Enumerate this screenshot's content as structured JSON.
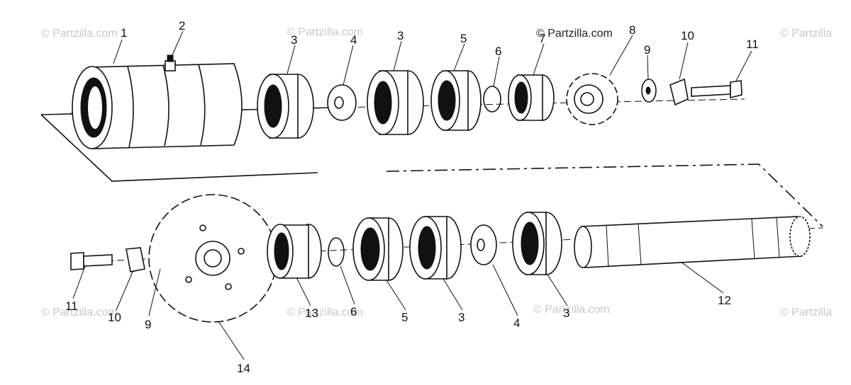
{
  "watermarks": [
    "© Partzilla.com",
    "© Partzilla.com",
    "© Partzilla.com",
    "© Partzilla",
    "© Partzilla.com",
    "© Partzilla.com",
    "© Partzilla.com",
    "© Partzilla"
  ],
  "callouts": {
    "upper": [
      "1",
      "2",
      "3",
      "4",
      "3",
      "5",
      "6",
      "7",
      "8",
      "9",
      "10",
      "11"
    ],
    "lower": [
      "11",
      "10",
      "9",
      "14",
      "13",
      "6",
      "5",
      "3",
      "4",
      "3",
      "12"
    ]
  }
}
